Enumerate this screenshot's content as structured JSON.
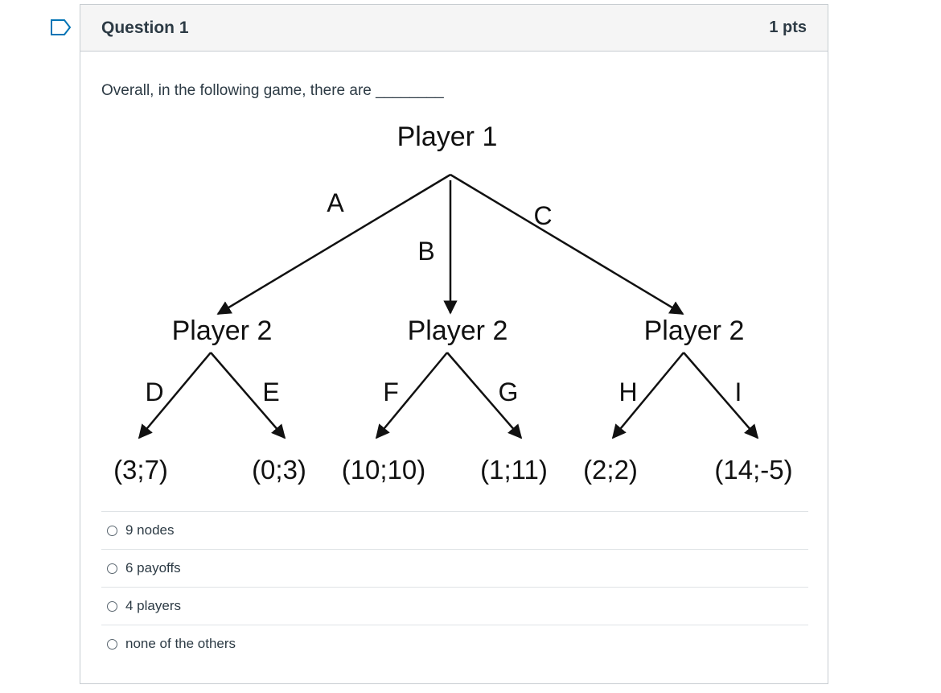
{
  "question": {
    "title": "Question 1",
    "points": "1 pts",
    "text": "Overall, in the following game, there are ________"
  },
  "icons": {
    "bookmark": "bookmark-flag-icon"
  },
  "game_tree": {
    "root": {
      "label": "Player 1",
      "moves": [
        "A",
        "B",
        "C"
      ]
    },
    "subgames": [
      {
        "label": "Player 2",
        "moves": [
          "D",
          "E"
        ],
        "payoffs": [
          "(3;7)",
          "(0;3)"
        ]
      },
      {
        "label": "Player 2",
        "moves": [
          "F",
          "G"
        ],
        "payoffs": [
          "(10;10)",
          "(1;11)"
        ]
      },
      {
        "label": "Player 2",
        "moves": [
          "H",
          "I"
        ],
        "payoffs": [
          "(2;2)",
          "(14;-5)"
        ]
      }
    ]
  },
  "answers": [
    {
      "label": "9 nodes"
    },
    {
      "label": "6 payoffs"
    },
    {
      "label": "4 players"
    },
    {
      "label": "none of the others"
    }
  ],
  "colors": {
    "text": "#2d3b45",
    "header_bg": "#f5f5f5",
    "border": "#c7cdd1",
    "bookmark": "#0374b5"
  }
}
